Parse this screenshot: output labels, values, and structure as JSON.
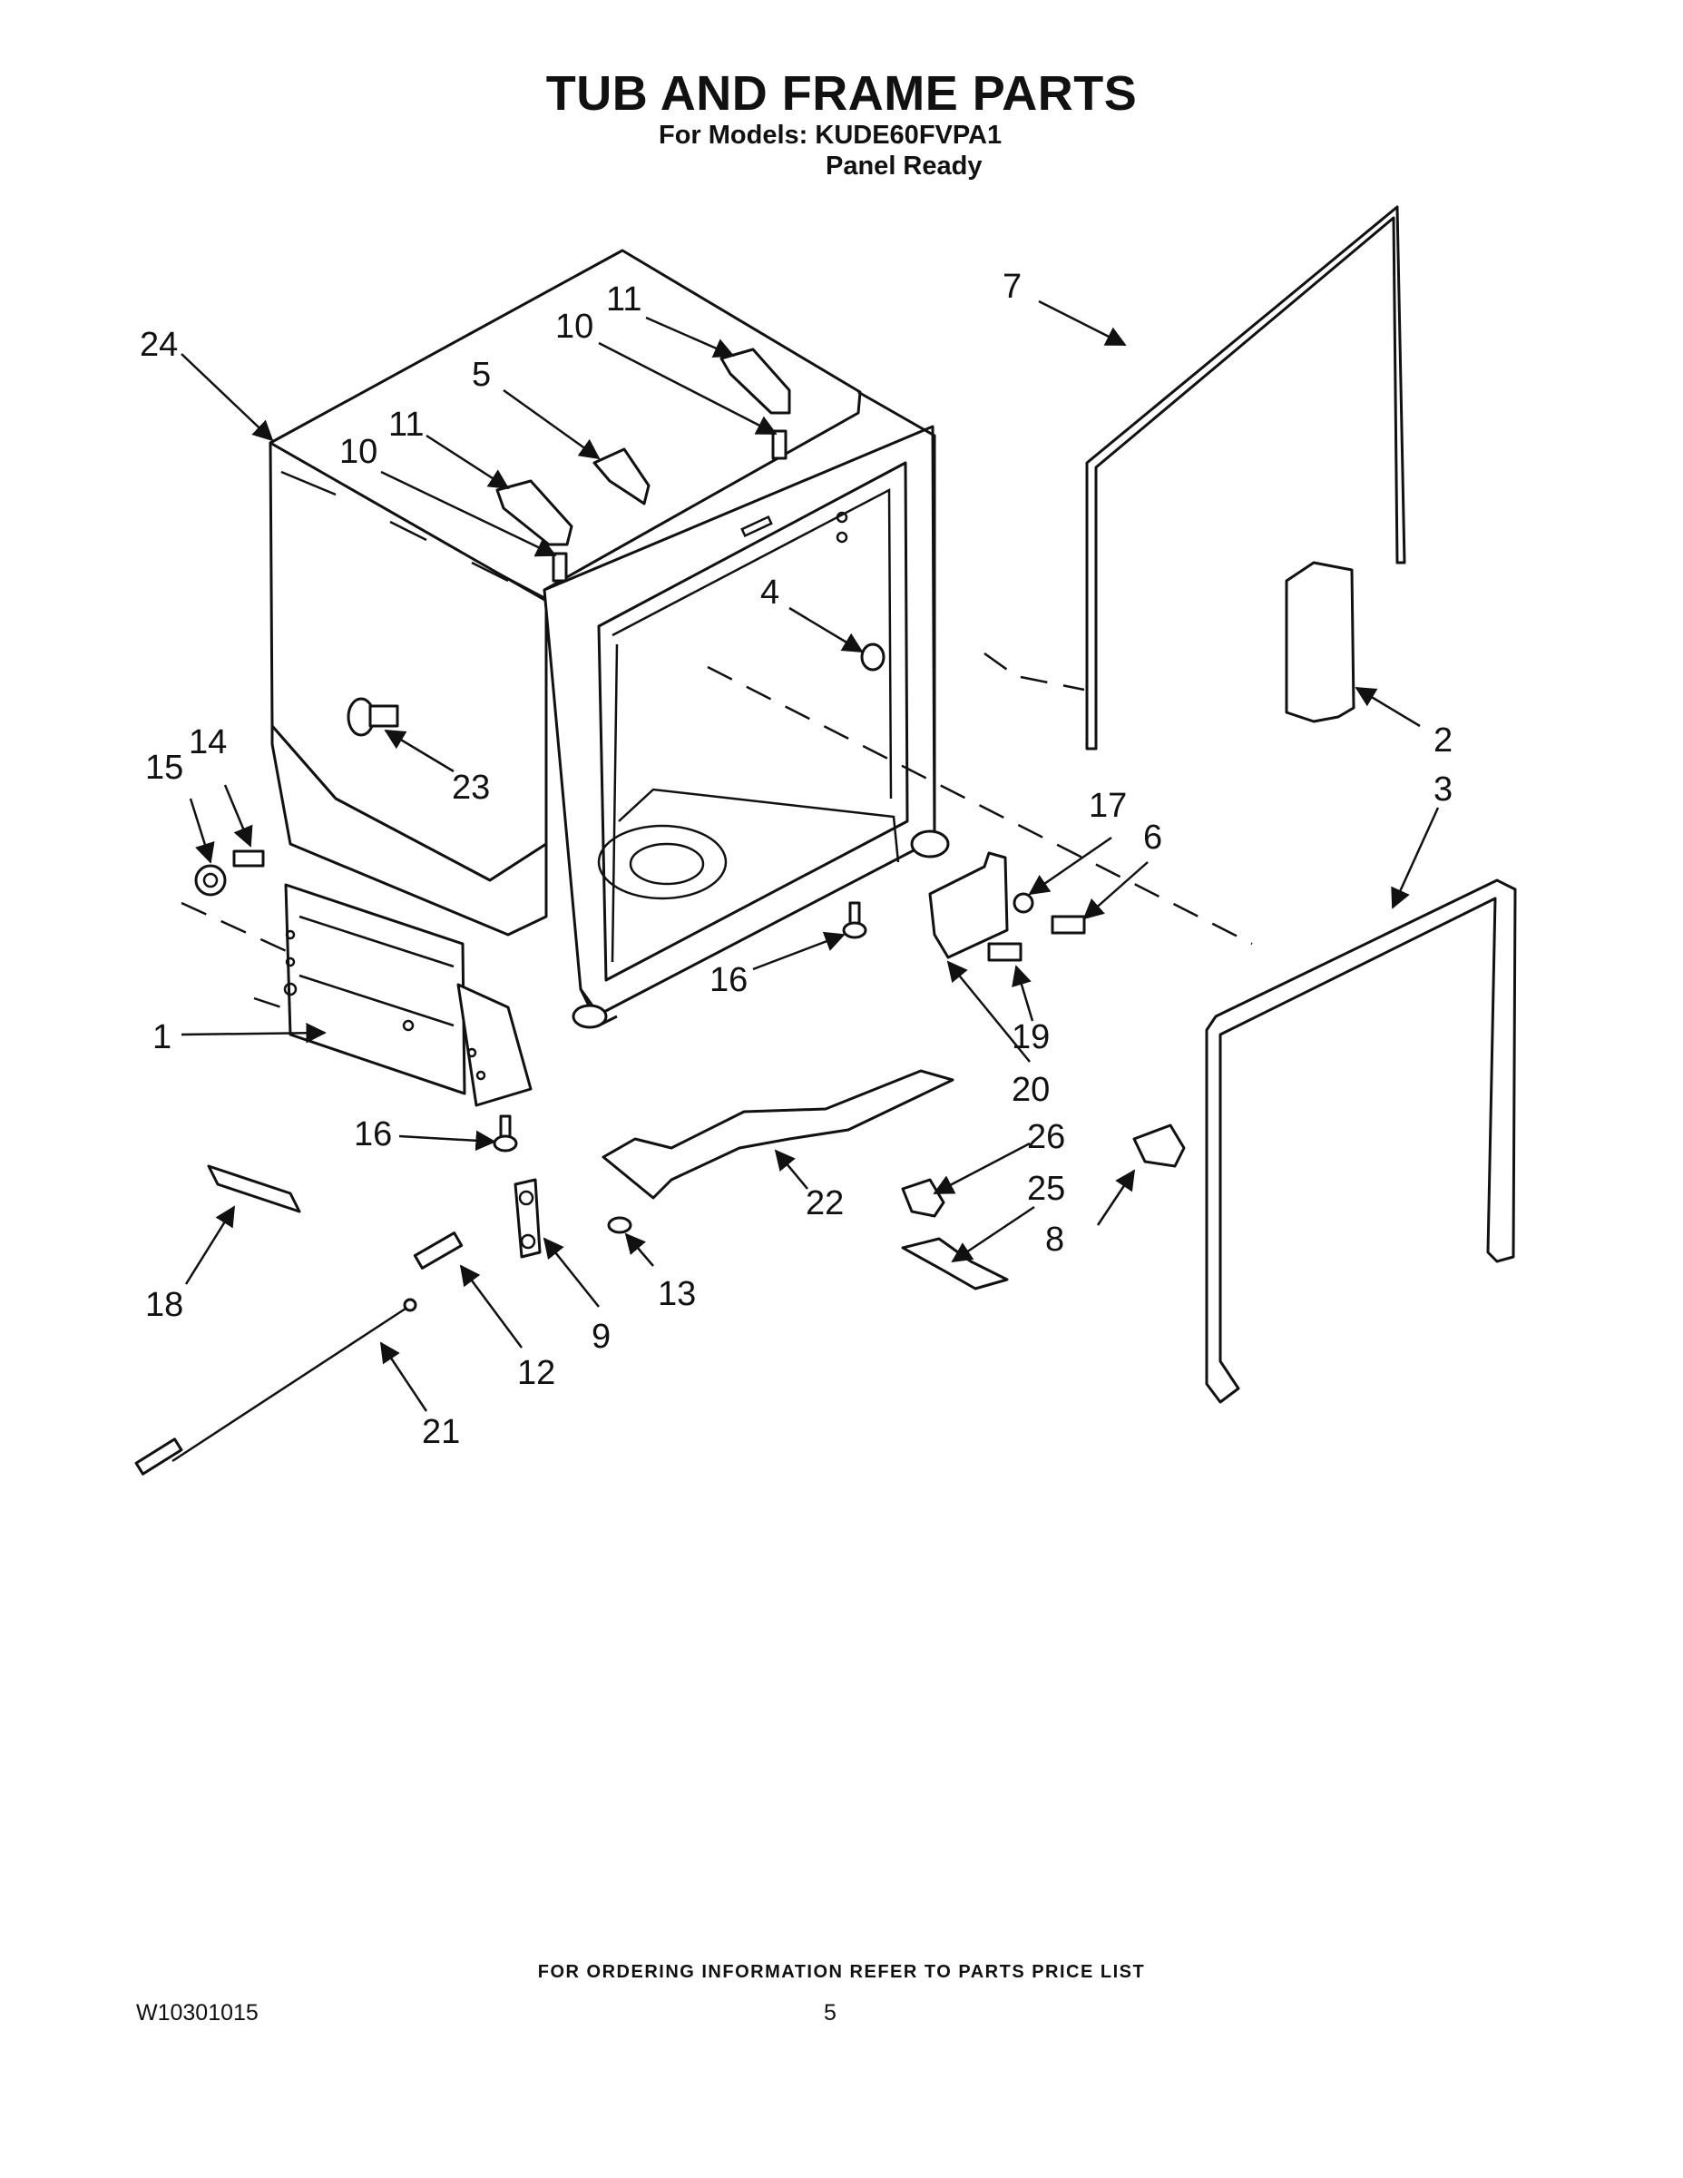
{
  "header": {
    "title": "TUB AND FRAME PARTS",
    "models_line": "For Models: KUDE60FVPA1",
    "variant_line": "Panel Ready"
  },
  "footer": {
    "ordering_note": "FOR ORDERING INFORMATION REFER TO PARTS PRICE LIST",
    "document_id": "W10301015",
    "page_number": "5"
  },
  "callouts": {
    "c1": "1",
    "c2": "2",
    "c3": "3",
    "c4": "4",
    "c5": "5",
    "c6": "6",
    "c7": "7",
    "c8": "8",
    "c9": "9",
    "c10a": "10",
    "c10b": "10",
    "c11a": "11",
    "c11b": "11",
    "c12": "12",
    "c13": "13",
    "c14": "14",
    "c15": "15",
    "c16a": "16",
    "c16b": "16",
    "c17": "17",
    "c18": "18",
    "c19": "19",
    "c20": "20",
    "c21": "21",
    "c22": "22",
    "c23": "23",
    "c24": "24",
    "c25": "25",
    "c26": "26"
  }
}
